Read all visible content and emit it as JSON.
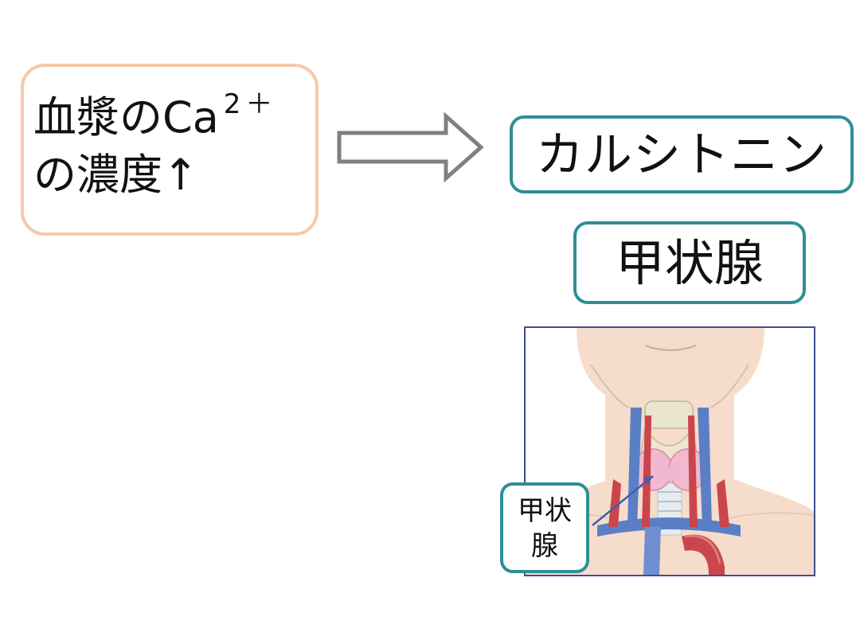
{
  "stimulus": {
    "line1_text": "血漿のCa",
    "line1_superscript": "2＋",
    "line2_text": "の濃度↑"
  },
  "hormone": {
    "label": "カルシトニン"
  },
  "organ": {
    "label": "甲状腺"
  },
  "figure": {
    "callout_line1": "甲状",
    "callout_line2": "腺"
  },
  "colors": {
    "stimulus_border": "#f7c9a8",
    "box_border": "#2f8e97",
    "arrow_stroke": "#808080",
    "frame_border": "#3f4f8f",
    "skin": "#f6dccb",
    "vein": "#5b7fc6",
    "artery": "#c9464b",
    "thyroid": "#f2b8cf"
  }
}
